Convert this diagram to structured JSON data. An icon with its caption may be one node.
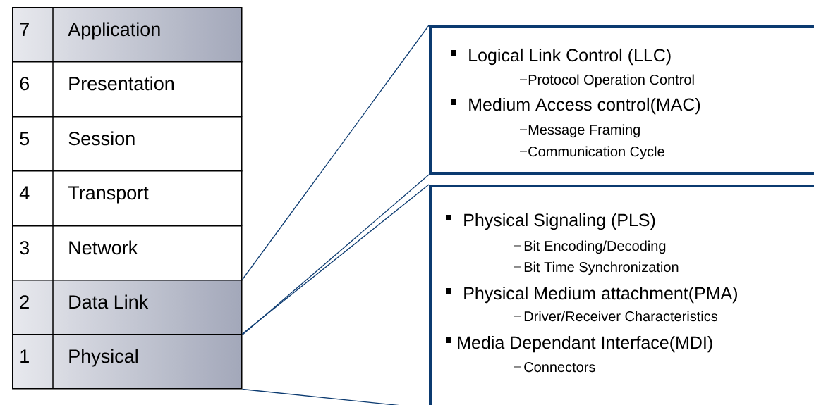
{
  "diagram": {
    "nodes": [
      {
        "text": [
          "7",
          "Application"
        ]
      },
      {
        "text": [
          "6",
          "Presentation"
        ]
      },
      {
        "text": [
          "5",
          "Session"
        ]
      },
      {
        "text": [
          "4",
          "Transport"
        ]
      },
      {
        "text": [
          "3",
          "Network"
        ]
      },
      {
        "text": [
          "2",
          "Data Link"
        ]
      },
      {
        "text": [
          "1",
          "Physical"
        ]
      },
      {
        "text": [
          "Logical Link Control (LLC)",
          "Protocol Operation Control",
          "Medium Access control(MAC)",
          "Message Framing",
          "Communication Cycle"
        ]
      },
      {
        "text": [
          "Physical Signaling (PLS)",
          "Bit Encoding/Decoding",
          "Bit Time Synchronization",
          "Physical Medium attachment(PMA)",
          "Driver/Receiver Characteristics",
          "Media Dependant Interface(MDI)",
          "Connectors"
        ]
      }
    ],
    "edges": [
      {
        "from": 5,
        "to": 7,
        "arrow": "none"
      },
      {
        "from": 5,
        "to": 7,
        "arrow": "none"
      },
      {
        "from": 6,
        "to": 8,
        "arrow": "none"
      },
      {
        "from": 6,
        "to": 8,
        "arrow": "none"
      }
    ]
  }
}
